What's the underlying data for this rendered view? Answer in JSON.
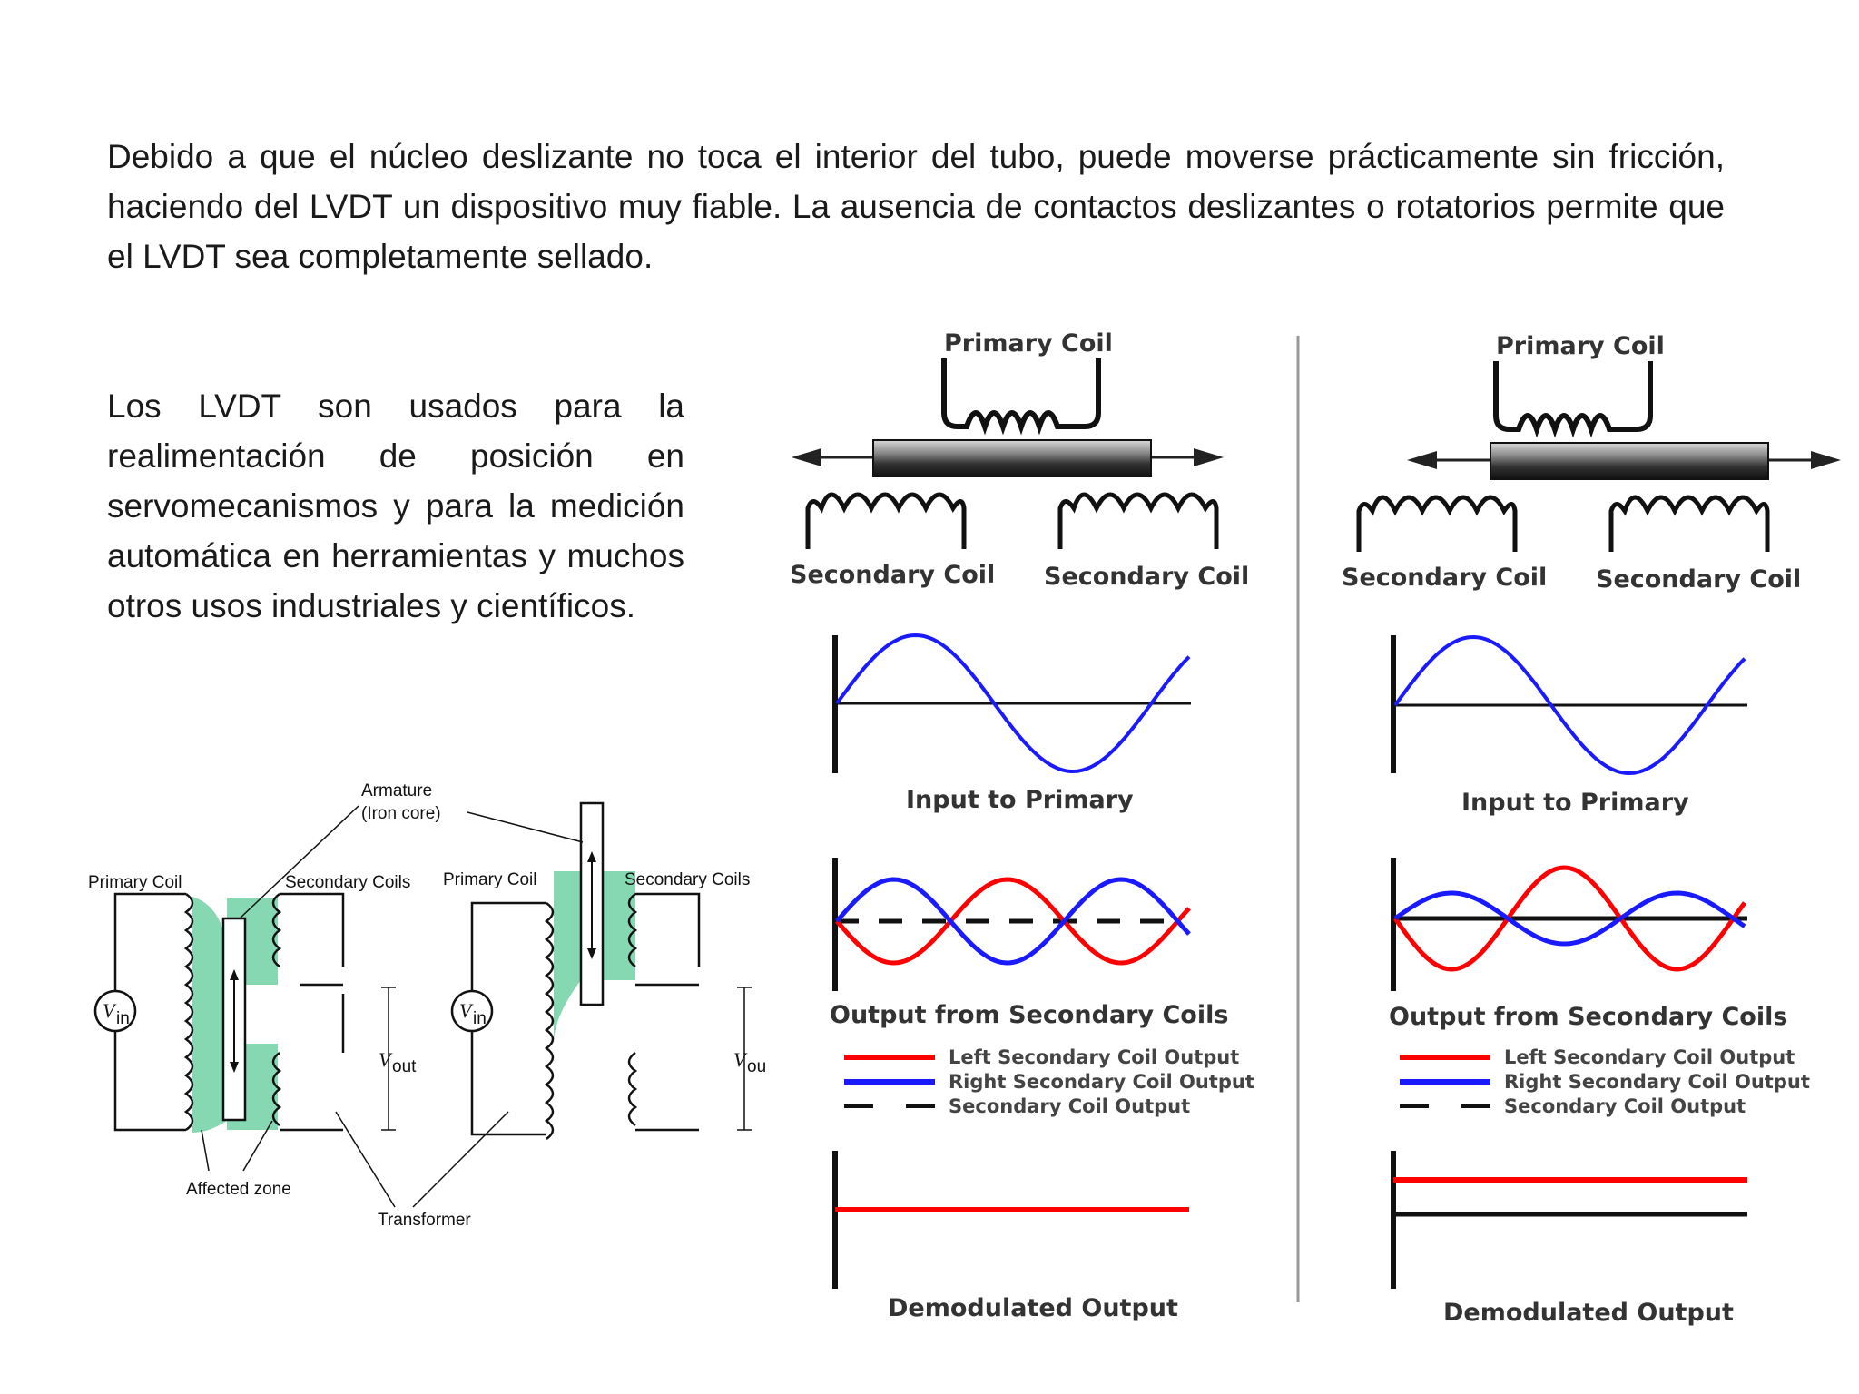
{
  "slide": {
    "paragraph_1": "Debido a que el núcleo deslizante no toca el interior del tubo, puede moverse prácticamente sin fricción, haciendo del LVDT un dispositivo muy fiable. La ausencia de contactos deslizantes o rotatorios permite que el LVDT sea completamente sellado.",
    "paragraph_2": "Los LVDT son usados para la realimentación de posición en servomecanismos y para la medición automática en herramientas y muchos otros usos industriales y científicos."
  },
  "transformer_diagram": {
    "armature_line1": "Armature",
    "armature_line2": "(Iron core)",
    "primary_coil_left": "Primary Coil",
    "secondary_coils_left": "Secondary Coils",
    "primary_coil_right": "Primary Coil",
    "secondary_coils_right": "Secondary Coils",
    "vin_left": "in",
    "vin_right": "in",
    "vout_left": "out",
    "vout_right": "ou",
    "affected_zone": "Affected zone",
    "transformer": "Transformer"
  },
  "lvdt_left": {
    "primary_coil": "Primary Coil",
    "secondary_coil_left": "Secondary Coil",
    "secondary_coil_right": "Secondary Coil",
    "input_label": "Input to Primary",
    "output_label": "Output from Secondary Coils",
    "legend": [
      "Left Secondary Coil Output",
      "Right Secondary Coil Output",
      "Secondary Coil Output"
    ],
    "demod_label": "Demodulated Output"
  },
  "lvdt_right": {
    "primary_coil": "Primary Coil",
    "secondary_coil_left": "Secondary Coil",
    "secondary_coil_right": "Secondary Coil",
    "input_label": "Input to Primary",
    "output_label": "Output from Secondary Coils",
    "legend": [
      "Left Secondary Coil Output",
      "Right Secondary Coil Output",
      "Secondary Coil Output"
    ],
    "demod_label": "Demodulated Output"
  },
  "colors": {
    "red": "#ff0000",
    "blue": "#1a1aff",
    "green": "#86d8b3",
    "black": "#000000"
  }
}
